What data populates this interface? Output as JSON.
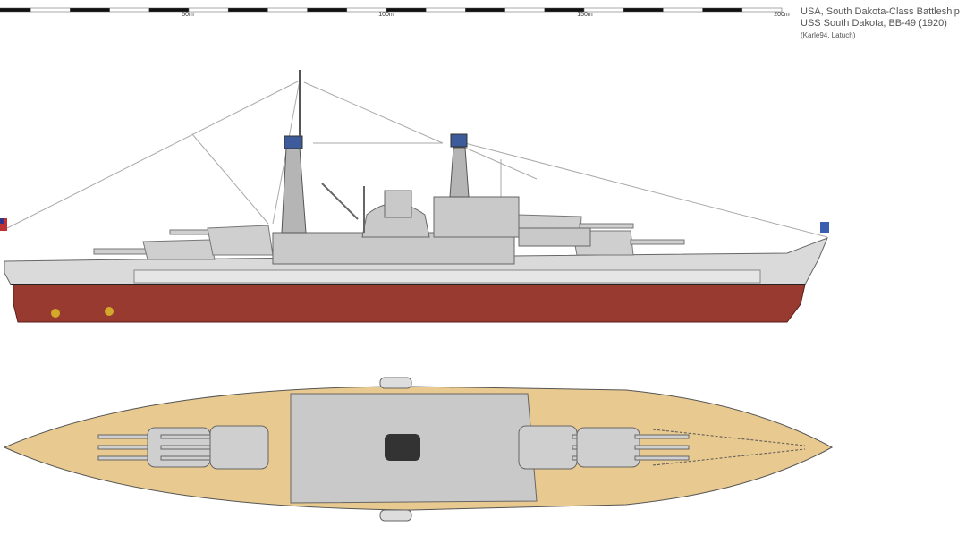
{
  "scale_bar": {
    "labels": [
      "50m",
      "100m",
      "150m",
      "200m"
    ],
    "max_m": 200
  },
  "title": {
    "line1": "USA, South Dakota-Class Battleship",
    "line2": "USS South Dakota, BB-49 (1920)",
    "credits": "(Karle94, Latuch)"
  },
  "colors": {
    "hull_gray": "#d9d9d9",
    "hull_red": "#983a2f",
    "deck_tan": "#e8c98f",
    "superstructure": "#c9c9c9",
    "turret": "#cfcfcf"
  }
}
